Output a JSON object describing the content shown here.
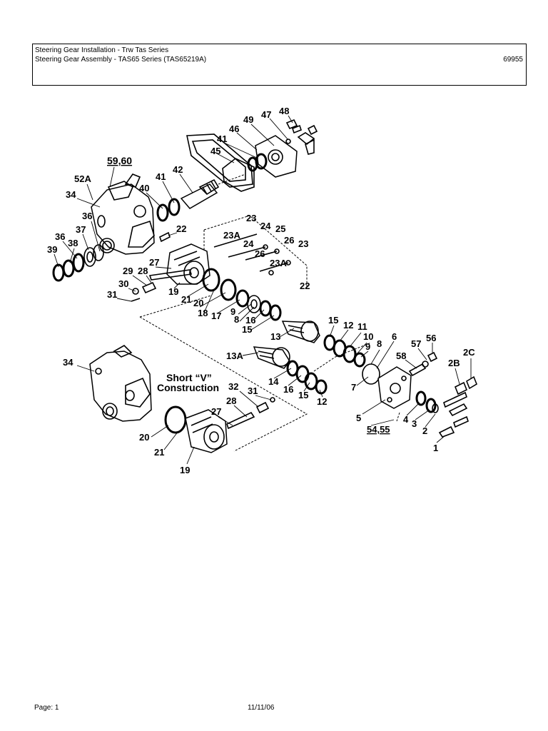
{
  "header": {
    "line1": "Steering Gear Installation - Trw Tas Series",
    "line2": "Steering Gear Assembly - TAS65 Series (TAS65219A)",
    "doc_number": "69955"
  },
  "diagram": {
    "note_line1": "Short “V”",
    "note_line2": "Construction",
    "callouts": {
      "c48": "48",
      "c47": "47",
      "c49": "49",
      "c46": "46",
      "c41a": "41",
      "c45": "45",
      "c5960": "59,60",
      "c52a": "52A",
      "c42": "42",
      "c41b": "41",
      "c40": "40",
      "c34a": "34",
      "c36a": "36",
      "c37": "37",
      "c36b": "36",
      "c38": "38",
      "c39": "39",
      "c22a": "22",
      "c23a": "23",
      "c24a": "24",
      "c25": "25",
      "c23aa": "23A",
      "c24b": "24",
      "c26a": "26",
      "c26b": "26",
      "c23b": "23",
      "c23ab": "23A",
      "c22b": "22",
      "c27a": "27",
      "c29": "29",
      "c28a": "28",
      "c30": "30",
      "c31a": "31",
      "c19a": "19",
      "c21a": "21",
      "c20a": "20",
      "c18": "18",
      "c17": "17",
      "c9a": "9",
      "c8a": "8",
      "c16a": "16",
      "c15a": "15",
      "c13": "13",
      "c15b": "15",
      "c12a": "12",
      "c11": "11",
      "c10": "10",
      "c9b": "9",
      "c8b": "8",
      "c6": "6",
      "c56": "56",
      "c57": "57",
      "c13a": "13A",
      "c58": "58",
      "c2b": "2B",
      "c2c": "2C",
      "c14": "14",
      "c16b": "16",
      "c15c": "15",
      "c12b": "12",
      "c7": "7",
      "c5": "5",
      "c5455": "54,55",
      "c4": "4",
      "c3": "3",
      "c2": "2",
      "c1": "1",
      "c34b": "34",
      "c32": "32",
      "c31b": "31",
      "c28b": "28",
      "c27b": "27",
      "c20b": "20",
      "c21b": "21",
      "c19b": "19"
    }
  },
  "footer": {
    "page": "Page: 1",
    "date": "11/11/06"
  }
}
